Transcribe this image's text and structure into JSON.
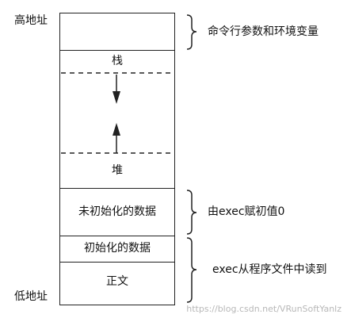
{
  "addresses": {
    "high": "高地址",
    "low": "低地址"
  },
  "segments": {
    "args_env": "",
    "stack": "栈",
    "heap": "堆",
    "bss": "未初始化的数据",
    "data": "初始化的数据",
    "text": "正文"
  },
  "annotations": {
    "args_env": "命令行参数和环境变量",
    "bss": "由exec赋初值0",
    "from_file": "exec从程序文件中读到"
  },
  "watermark": "https://blog.csdn.net/VRunSoftYanlz"
}
